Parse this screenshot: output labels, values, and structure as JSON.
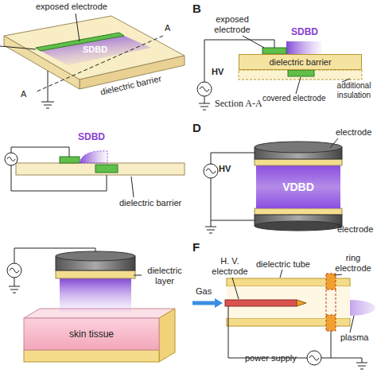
{
  "diagram": {
    "nodes": [
      {
        "text": [
          "dielectric barrier"
        ]
      },
      {
        "text": [
          "skin tissue"
        ]
      }
    ],
    "labels": [
      "exposed electrode",
      "A",
      "SDBD",
      "dielectric barrier",
      "A",
      "B",
      "exposed electrode",
      "SDBD",
      "HV",
      "Section A-A",
      "covered electrode",
      "additional insulation",
      "SDBD",
      "dielectric barrier",
      "D",
      "HV",
      "electrode",
      "VDBD",
      "electrode",
      "dielectric layer",
      "F",
      "Gas",
      "H. V. electrode",
      "dielectric tube",
      "ring electrode",
      "plasma",
      "power supply"
    ]
  }
}
